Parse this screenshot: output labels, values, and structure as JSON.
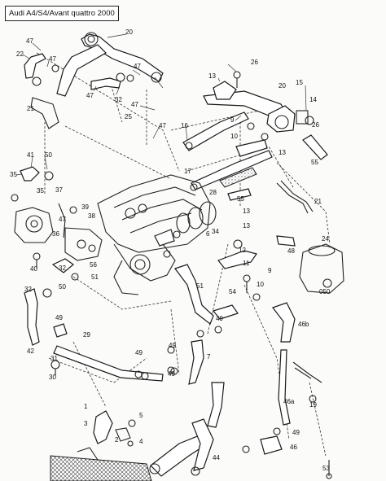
{
  "header": {
    "title": "Audi A4/S4/Avant quattro 2000"
  },
  "callouts": [
    {
      "id": "c20a",
      "text": "20"
    },
    {
      "id": "c47a",
      "text": "47"
    },
    {
      "id": "c22",
      "text": "22"
    },
    {
      "id": "c47b",
      "text": "47"
    },
    {
      "id": "c47c",
      "text": "47"
    },
    {
      "id": "c32a",
      "text": "32"
    },
    {
      "id": "c47d",
      "text": "47"
    },
    {
      "id": "c21a",
      "text": "21"
    },
    {
      "id": "c26a",
      "text": "26"
    },
    {
      "id": "c13a",
      "text": "13"
    },
    {
      "id": "c20b",
      "text": "20"
    },
    {
      "id": "c15",
      "text": "15"
    },
    {
      "id": "c14",
      "text": "14"
    },
    {
      "id": "c47e",
      "text": "47"
    },
    {
      "id": "c25",
      "text": "25"
    },
    {
      "id": "c47f",
      "text": "47"
    },
    {
      "id": "c16",
      "text": "16"
    },
    {
      "id": "c9a",
      "text": "9"
    },
    {
      "id": "c10",
      "text": "10"
    },
    {
      "id": "c26b",
      "text": "26"
    },
    {
      "id": "c13b",
      "text": "13"
    },
    {
      "id": "c55a",
      "text": "55"
    },
    {
      "id": "c41",
      "text": "41"
    },
    {
      "id": "c50a",
      "text": "50"
    },
    {
      "id": "c35a",
      "text": "35"
    },
    {
      "id": "c35b",
      "text": "35"
    },
    {
      "id": "c17",
      "text": "17"
    },
    {
      "id": "c28",
      "text": "28"
    },
    {
      "id": "c55b",
      "text": "55"
    },
    {
      "id": "c21b",
      "text": "21"
    },
    {
      "id": "c37",
      "text": "37"
    },
    {
      "id": "c39",
      "text": "39"
    },
    {
      "id": "c38",
      "text": "38"
    },
    {
      "id": "c47g",
      "text": "47"
    },
    {
      "id": "c36",
      "text": "36"
    },
    {
      "id": "c13c",
      "text": "13"
    },
    {
      "id": "c34",
      "text": "34"
    },
    {
      "id": "c13d",
      "text": "13"
    },
    {
      "id": "c24",
      "text": "24"
    },
    {
      "id": "c6",
      "text": "6"
    },
    {
      "id": "c12",
      "text": "12"
    },
    {
      "id": "c48",
      "text": "48"
    },
    {
      "id": "c40",
      "text": "40"
    },
    {
      "id": "c32b",
      "text": "32"
    },
    {
      "id": "c56",
      "text": "56"
    },
    {
      "id": "c11",
      "text": "11"
    },
    {
      "id": "c9b",
      "text": "9"
    },
    {
      "id": "c10b",
      "text": "10"
    },
    {
      "id": "c46b",
      "text": "46b"
    },
    {
      "id": "c50b",
      "text": "50"
    },
    {
      "id": "c51a",
      "text": "51"
    },
    {
      "id": "c51b",
      "text": "51"
    },
    {
      "id": "c54",
      "text": "54"
    },
    {
      "id": "c050",
      "text": "050"
    },
    {
      "id": "c32c",
      "text": "32"
    },
    {
      "id": "c49a",
      "text": "49"
    },
    {
      "id": "c29",
      "text": "29"
    },
    {
      "id": "c42",
      "text": "42"
    },
    {
      "id": "c31",
      "text": "31"
    },
    {
      "id": "c30",
      "text": "30"
    },
    {
      "id": "c49b",
      "text": "49"
    },
    {
      "id": "c49c",
      "text": "49"
    },
    {
      "id": "c49d",
      "text": "49"
    },
    {
      "id": "c7",
      "text": "7"
    },
    {
      "id": "c46a",
      "text": "46a"
    },
    {
      "id": "c19",
      "text": "19"
    },
    {
      "id": "c1",
      "text": "1"
    },
    {
      "id": "c5",
      "text": "5"
    },
    {
      "id": "c3",
      "text": "3"
    },
    {
      "id": "c2",
      "text": "2"
    },
    {
      "id": "c4",
      "text": "4"
    },
    {
      "id": "c44",
      "text": "44"
    },
    {
      "id": "c49e",
      "text": "49"
    },
    {
      "id": "c46",
      "text": "46"
    },
    {
      "id": "c53",
      "text": "53"
    },
    {
      "id": "c49f",
      "text": "49"
    }
  ]
}
